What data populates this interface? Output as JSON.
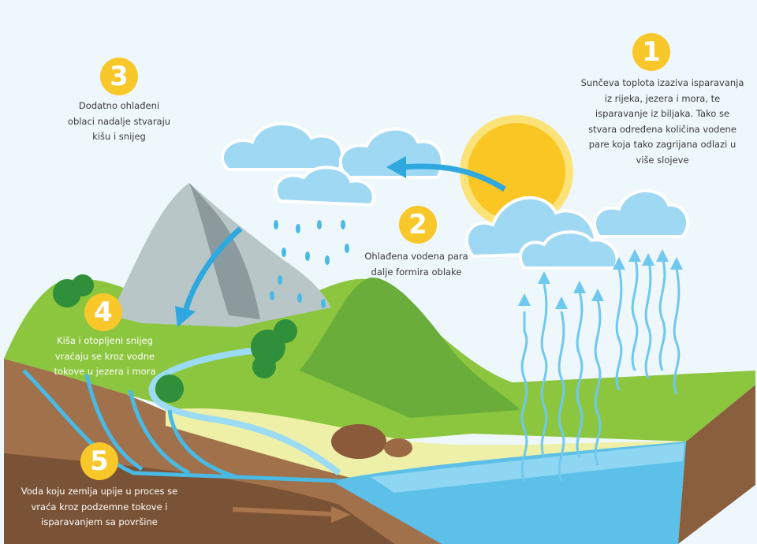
{
  "steps": [
    {
      "number": "1",
      "lines": [
        "Sunčeva toplota izaziva isparavanja",
        "iz rijeka, jezera i mora, te",
        "isparavanje iz biljaka. Tako se",
        "stvara određena količina vodene",
        "pare koja tako zagrijana odlazi u",
        "više slojeve"
      ]
    },
    {
      "number": "2",
      "lines": [
        "Ohlađena vodena para",
        "dalje formira oblake"
      ]
    },
    {
      "number": "3",
      "lines": [
        "Dodatno ohlađeni",
        "oblaci nadalje stvaraju",
        "kišu i snijeg"
      ]
    },
    {
      "number": "4",
      "lines": [
        "Kiša i otopljeni snijeg",
        "vraćaju se kroz vodne",
        "tokove u jezera i mora"
      ]
    },
    {
      "number": "5",
      "lines": [
        "Voda koju zemlja upije u proces se",
        "vraća kroz podzemne tokove i",
        "isparavanjem sa površine"
      ]
    }
  ],
  "colors": {
    "badge": "#f8c72a",
    "cloud": "#9fd8f3",
    "water": "#49b9e6",
    "grass": "#8cc63f",
    "soil": "#9b6f48",
    "sun": "#f9c623"
  }
}
